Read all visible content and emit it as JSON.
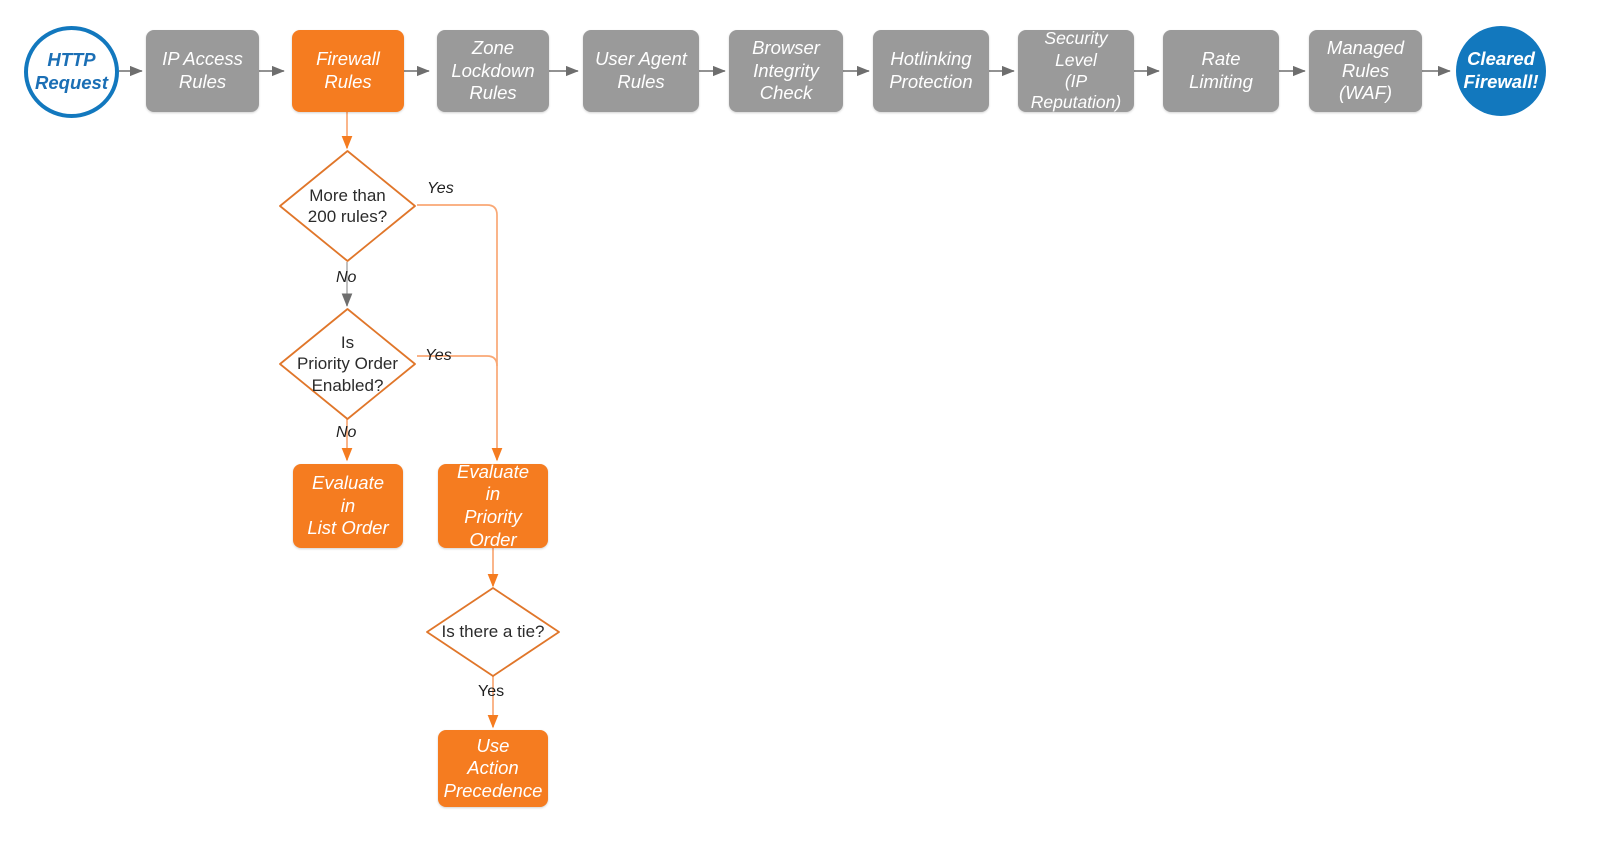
{
  "diagram": {
    "title": "Cloudflare Firewall Rules Evaluation Order",
    "colors": {
      "orange": "#f57c20",
      "orange_light": "#f9a875",
      "gray": "#9a9a9a",
      "blue": "#1278be",
      "arrow_gray": "#6e6e6e",
      "text_dark": "#2b2b2b",
      "white": "#ffffff"
    }
  },
  "pipeline": {
    "start": {
      "label": "HTTP\nRequest",
      "shape": "circle-outline",
      "color": "#1278be"
    },
    "steps": [
      {
        "label": "IP Access\nRules",
        "color": "#9a9a9a",
        "state": "normal"
      },
      {
        "label": "Firewall\nRules",
        "color": "#f57c20",
        "state": "highlighted"
      },
      {
        "label": "Zone\nLockdown\nRules",
        "color": "#9a9a9a",
        "state": "normal"
      },
      {
        "label": "User Agent\nRules",
        "color": "#9a9a9a",
        "state": "normal"
      },
      {
        "label": "Browser\nIntegrity\nCheck",
        "color": "#9a9a9a",
        "state": "normal"
      },
      {
        "label": "Hotlinking\nProtection",
        "color": "#9a9a9a",
        "state": "normal"
      },
      {
        "label": "Security\nLevel\n(IP Reputation)",
        "color": "#9a9a9a",
        "state": "normal"
      },
      {
        "label": "Rate\nLimiting",
        "color": "#9a9a9a",
        "state": "normal"
      },
      {
        "label": "Managed\nRules\n(WAF)",
        "color": "#9a9a9a",
        "state": "normal"
      }
    ],
    "end": {
      "label": "Cleared\nFirewall!",
      "shape": "circle-filled",
      "color": "#1278be"
    }
  },
  "branch": {
    "decisions": [
      {
        "id": "more-than-200-rules",
        "label": "More than\n200 rules?",
        "outcomes": [
          "Yes",
          "No"
        ]
      },
      {
        "id": "is-priority-order-enabled",
        "label": "Is\nPriority Order\nEnabled?",
        "outcomes": [
          "Yes",
          "No"
        ]
      },
      {
        "id": "is-there-a-tie",
        "label": "Is there a tie?",
        "outcomes": [
          "Yes"
        ]
      }
    ],
    "outcomes": [
      {
        "id": "evaluate-in-list-order",
        "label": "Evaluate\nin\nList Order",
        "color": "#f57c20"
      },
      {
        "id": "evaluate-in-priority-order",
        "label": "Evaluate\nin\nPriority Order",
        "color": "#f57c20"
      },
      {
        "id": "use-action-precedence",
        "label": "Use\nAction\nPrecedence",
        "color": "#f57c20"
      }
    ],
    "edge_labels": {
      "more_than_200_yes": "Yes",
      "more_than_200_no": "No",
      "priority_order_yes": "Yes",
      "priority_order_no": "No",
      "tie_yes": "Yes"
    }
  }
}
